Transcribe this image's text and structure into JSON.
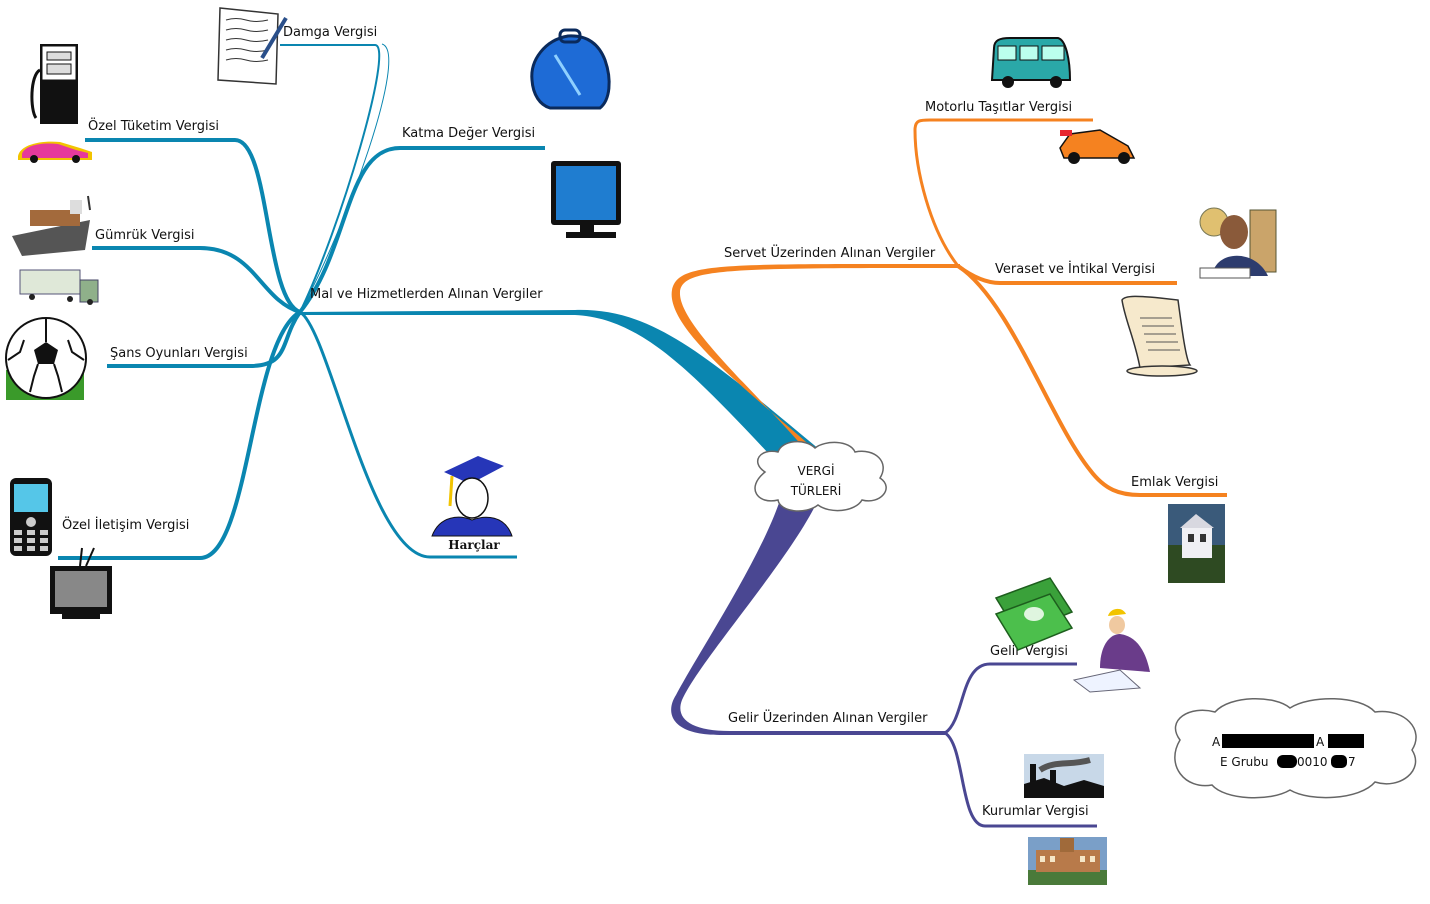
{
  "center": {
    "line1": "VERGİ",
    "line2": "TÜRLERİ"
  },
  "branches": {
    "mal_hizmet": {
      "label": "Mal ve Hizmetlerden Alınan Vergiler",
      "color": "#0a86b0",
      "children": {
        "damga": "Damga Vergisi",
        "ozel_tuketim": "Özel Tüketim Vergisi",
        "katma_deger": "Katma Değer Vergisi",
        "gumruk": "Gümrük Vergisi",
        "sans_oyunlari": "Şans Oyunları Vergisi",
        "ozel_iletisim": "Özel İletişim Vergisi",
        "harclar": "Harçlar"
      }
    },
    "servet": {
      "label": "Servet Üzerinden Alınan Vergiler",
      "color": "#f58220",
      "children": {
        "motorlu_tasitlar": "Motorlu Taşıtlar Vergisi",
        "veraset": "Veraset ve İntikal Vergisi",
        "emlak": "Emlak Vergisi"
      }
    },
    "gelir": {
      "label": "Gelir Üzerinden Alınan Vergiler",
      "color": "#4a4792",
      "children": {
        "gelir_vergisi": "Gelir Vergisi",
        "kurumlar": "Kurumlar Vergisi"
      }
    }
  },
  "note": {
    "line1_start": "A",
    "line1_end": "A",
    "line2": "E Grubu",
    "line2_end": "0010",
    "line2_tail": "7"
  },
  "icons": [
    "document-pen-icon",
    "fuel-pump-icon",
    "sports-car-icon",
    "backpack-icon",
    "computer-monitor-icon",
    "cargo-ship-icon",
    "truck-icon",
    "soccer-ball-icon",
    "mobile-phone-icon",
    "television-icon",
    "graduate-icon",
    "van-icon",
    "race-car-icon",
    "judge-icon",
    "scroll-icon",
    "house-photo-icon",
    "money-stack-icon",
    "architect-icon",
    "factory-icon",
    "building-photo-icon"
  ]
}
